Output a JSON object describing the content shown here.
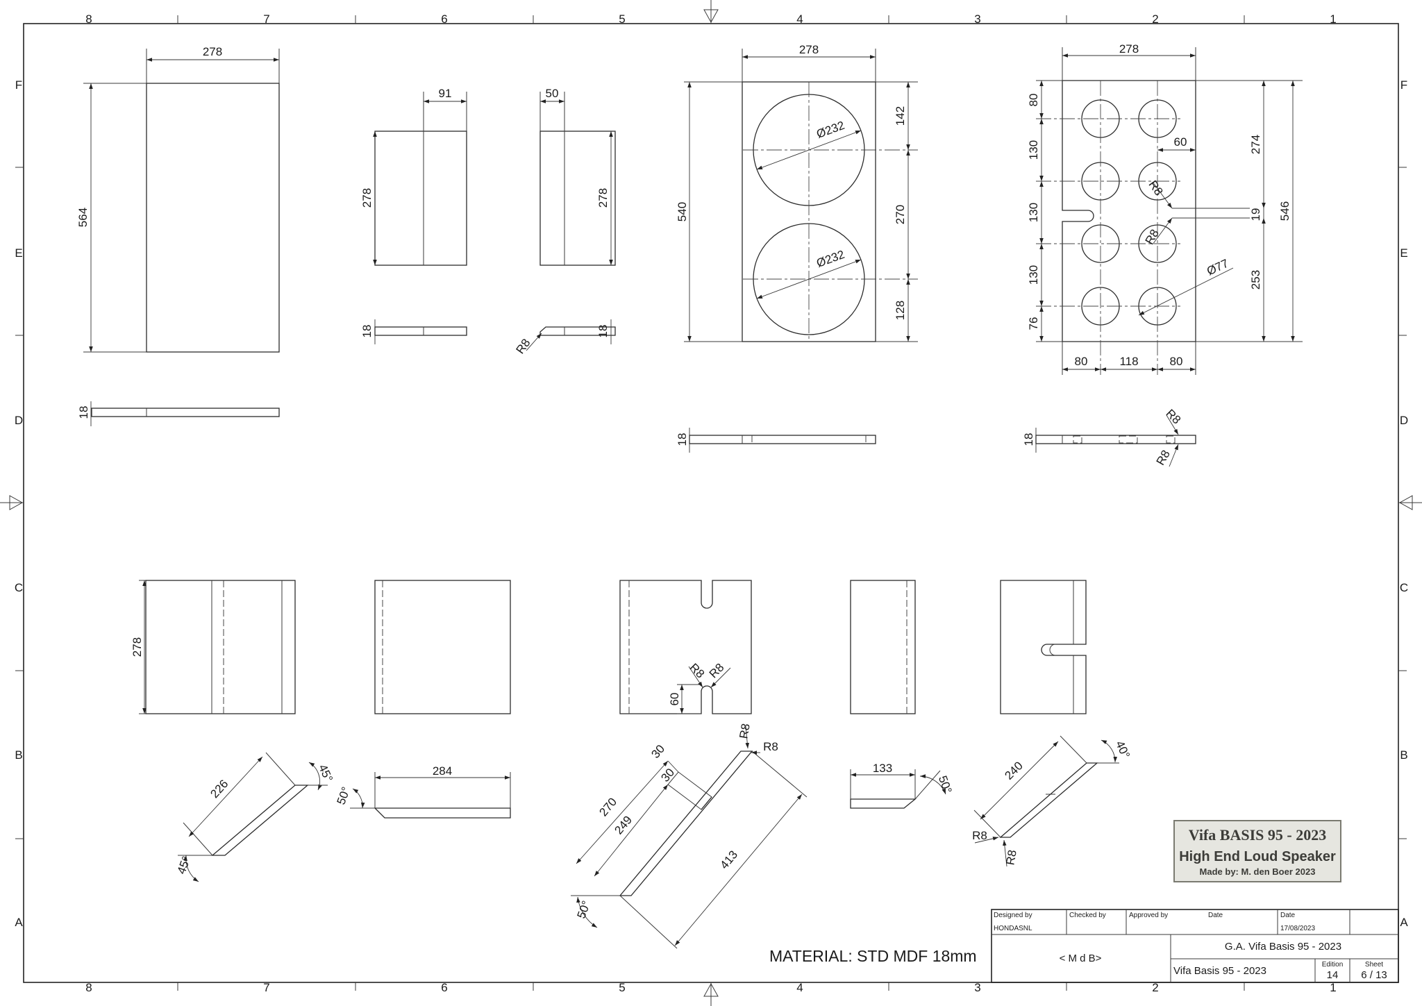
{
  "zones": {
    "columns": [
      "8",
      "7",
      "6",
      "5",
      "4",
      "3",
      "2",
      "1"
    ],
    "rows": [
      "F",
      "E",
      "D",
      "C",
      "B",
      "A"
    ]
  },
  "dims": {
    "p1_width": "278",
    "p1_height": "564",
    "p1_thick": "18",
    "p2_width": "91",
    "p2_height": "278",
    "p2_thick": "18",
    "p3_width": "50",
    "p3_height": "278",
    "p3_thick": "18",
    "p3_radius": "R8",
    "p4_width": "278",
    "p4_height": "540",
    "p4_top": "142",
    "p4_mid": "270",
    "p4_bot": "128",
    "p4_hole1": "Ø232",
    "p4_hole2": "Ø232",
    "p4_thick": "18",
    "p5_width": "278",
    "p5_h_total": "546",
    "p5_h_top": "274",
    "p5_slot": "19",
    "p5_h_bot": "253",
    "p5_left_80": "80",
    "p5_left_130a": "130",
    "p5_left_130b": "130",
    "p5_left_130c": "130",
    "p5_left_76": "76",
    "p5_bottom_80a": "80",
    "p5_bottom_118": "118",
    "p5_bottom_80b": "80",
    "p5_60": "60",
    "p5_r8a": "R8",
    "p5_r8b": "R8",
    "p5_hole": "Ø77",
    "p5_thick": "18",
    "p5_r8c": "R8",
    "p5_r8d": "R8",
    "c1_height": "278",
    "c3_r8a": "R8",
    "c3_r8b": "R8",
    "c3_60": "60",
    "b1_226": "226",
    "b1_45a": "45°",
    "b1_45b": "45°",
    "b2_284": "284",
    "b2_50": "50°",
    "b3_30a": "30",
    "b3_30b": "30",
    "b3_270": "270",
    "b3_249": "249",
    "b3_413": "413",
    "b3_r8a": "R8",
    "b3_r8b": "R8",
    "b3_50": "50°",
    "b4_133": "133",
    "b4_50": "50°",
    "b5_240": "240",
    "b5_40": "40°",
    "b5_r8a": "R8",
    "b5_r8b": "R8"
  },
  "stamp": {
    "line1": "Vifa BASIS 95 - 2023",
    "line2": "High End Loud Speaker",
    "line3": "Made by: M. den Boer 2023"
  },
  "material": "MATERIAL: STD MDF 18mm",
  "title_block": {
    "designed_by_label": "Designed by",
    "designed_by": "HONDASNL",
    "checked_by_label": "Checked by",
    "approved_by_label": "Approved by",
    "date_label_1": "Date",
    "date_label_2": "Date",
    "date": "17/08/2023",
    "company": "< M d B>",
    "title": "G.A. Vifa Basis 95 - 2023",
    "subtitle": "Vifa Basis 95 - 2023",
    "edition_label": "Edition",
    "edition": "14",
    "sheet_label": "Sheet",
    "sheet": "6 / 13"
  }
}
